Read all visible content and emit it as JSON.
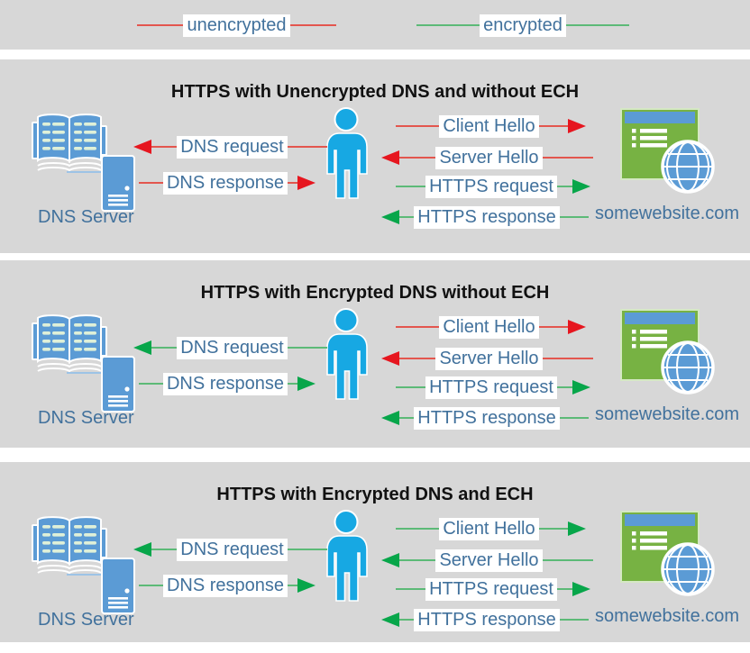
{
  "legend": {
    "items": [
      {
        "label": "unencrypted",
        "status": "unencrypted"
      },
      {
        "label": "encrypted",
        "status": "encrypted"
      }
    ]
  },
  "colors": {
    "panel_background": "#d7d7d7",
    "unencrypted_line": "#e3564e",
    "unencrypted_arrowhead": "#e6161f",
    "encrypted_line": "#5cba77",
    "encrypted_arrowhead": "#07a64a",
    "label_text": "#41719c",
    "title_text": "#111111",
    "person_blue": "#17a8e3",
    "dns_icon_blue": "#5b9bd5",
    "website_green": "#77b243"
  },
  "panels": [
    {
      "title": "HTTPS with Unencrypted DNS and without ECH",
      "dns_server_label": "DNS Server",
      "website_label": "somewebsite.com",
      "arrows": {
        "dns_request": {
          "label": "DNS request",
          "status": "unencrypted",
          "direction": "left"
        },
        "dns_response": {
          "label": "DNS response",
          "status": "unencrypted",
          "direction": "right"
        },
        "client_hello": {
          "label": "Client Hello",
          "status": "unencrypted",
          "direction": "right"
        },
        "server_hello": {
          "label": "Server Hello",
          "status": "unencrypted",
          "direction": "left"
        },
        "https_request": {
          "label": "HTTPS request",
          "status": "encrypted",
          "direction": "right"
        },
        "https_response": {
          "label": "HTTPS response",
          "status": "encrypted",
          "direction": "left"
        }
      }
    },
    {
      "title": "HTTPS with Encrypted DNS without ECH",
      "dns_server_label": "DNS Server",
      "website_label": "somewebsite.com",
      "arrows": {
        "dns_request": {
          "label": "DNS request",
          "status": "encrypted",
          "direction": "left"
        },
        "dns_response": {
          "label": "DNS response",
          "status": "encrypted",
          "direction": "right"
        },
        "client_hello": {
          "label": "Client Hello",
          "status": "unencrypted",
          "direction": "right"
        },
        "server_hello": {
          "label": "Server Hello",
          "status": "unencrypted",
          "direction": "left"
        },
        "https_request": {
          "label": "HTTPS request",
          "status": "encrypted",
          "direction": "right"
        },
        "https_response": {
          "label": "HTTPS response",
          "status": "encrypted",
          "direction": "left"
        }
      }
    },
    {
      "title": "HTTPS with Encrypted DNS and ECH",
      "dns_server_label": "DNS Server",
      "website_label": "somewebsite.com",
      "arrows": {
        "dns_request": {
          "label": "DNS request",
          "status": "encrypted",
          "direction": "left"
        },
        "dns_response": {
          "label": "DNS response",
          "status": "encrypted",
          "direction": "right"
        },
        "client_hello": {
          "label": "Client Hello",
          "status": "encrypted",
          "direction": "right"
        },
        "server_hello": {
          "label": "Server Hello",
          "status": "encrypted",
          "direction": "left"
        },
        "https_request": {
          "label": "HTTPS request",
          "status": "encrypted",
          "direction": "right"
        },
        "https_response": {
          "label": "HTTPS response",
          "status": "encrypted",
          "direction": "left"
        }
      }
    }
  ]
}
